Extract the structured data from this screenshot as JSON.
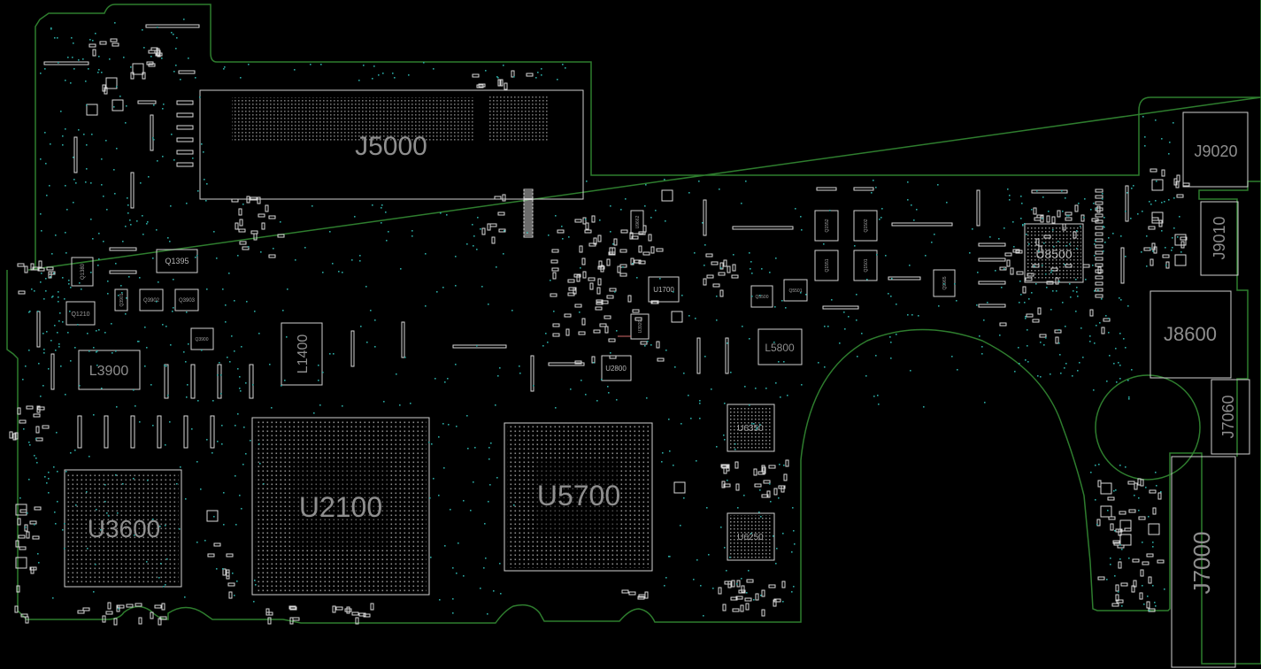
{
  "colors": {
    "background": "#000000",
    "board_outline": "#2e7d2e",
    "component_outline": "#cfcfcf",
    "test_point": "#2aa6a0",
    "label_large": "#8e8e8e",
    "label_small": "#b5b5b5",
    "highlight": "#d46a6a"
  },
  "labels": {
    "J5000": "J5000",
    "U2100": "U2100",
    "U5700": "U5700",
    "U3600": "U3600",
    "J7000": "J7000",
    "J8600": "J8600",
    "J9020": "J9020",
    "J9010": "J9010",
    "J7060": "J7060",
    "U8500": "U8500",
    "L3900": "L3900",
    "L1400": "L1400",
    "L5800": "L5800",
    "U6350": "U6350",
    "U6250": "U6250",
    "Q1395": "Q1395",
    "U1700": "U1700",
    "U2800": "U2800",
    "Q1380": "Q1380",
    "Q1210": "Q1210",
    "Q3902": "Q3902",
    "Q3903": "Q3903",
    "Q3901": "Q3901",
    "Q3900": "Q3900",
    "Q5500": "Q5500",
    "Q5501": "Q5501",
    "Q1552": "Q1552",
    "Q1502": "Q1502",
    "Q1551": "Q1551",
    "Q1501": "Q1501",
    "Q9965": "Q9965",
    "U3920": "U3920",
    "U9662": "U9662"
  }
}
